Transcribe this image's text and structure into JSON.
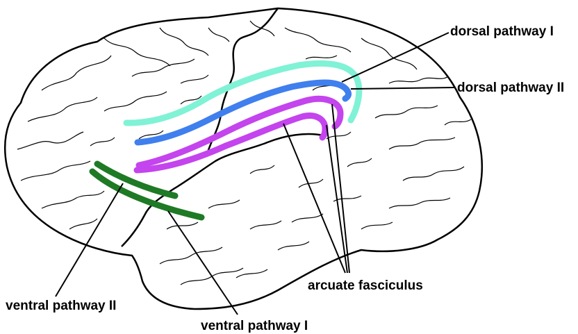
{
  "labels": {
    "dorsal_pathway_1": "dorsal pathway I",
    "dorsal_pathway_2": "dorsal pathway II",
    "arcuate_fasciculus": "arcuate fasciculus",
    "ventral_pathway_2": "ventral pathway II",
    "ventral_pathway_1": "ventral pathway I"
  },
  "colors": {
    "dorsal_pathway_1": "#80f2d6",
    "dorsal_pathway_2": "#3f7fee",
    "arcuate_fasciculus": "#c444ee",
    "ventral_pathways": "#1e7a25",
    "outline": "#000000"
  }
}
